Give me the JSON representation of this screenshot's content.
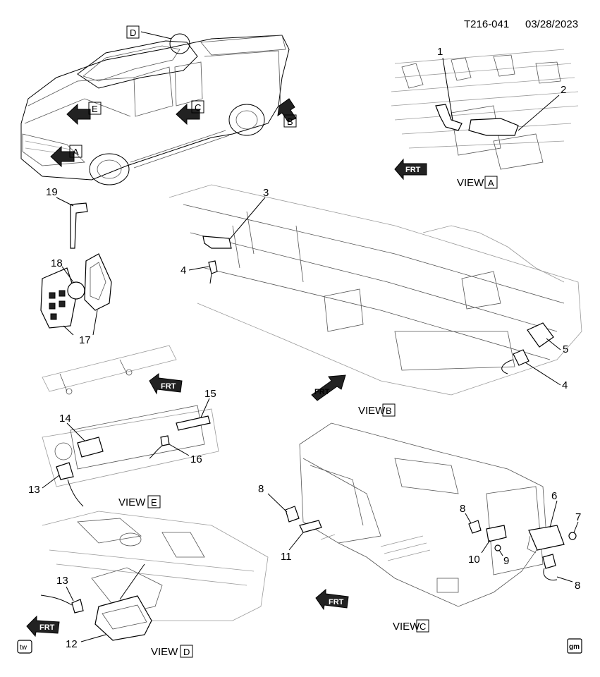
{
  "header": {
    "document_id": "T216-041",
    "date": "03/28/2023"
  },
  "vehicle": {
    "view_markers": [
      "D",
      "E",
      "C",
      "A",
      "B"
    ]
  },
  "views": [
    {
      "prefix": "VIEW",
      "letter": "A"
    },
    {
      "prefix": "VIEW",
      "letter": "B"
    },
    {
      "prefix": "VIEW",
      "letter": "E"
    },
    {
      "prefix": "VIEW",
      "letter": "C"
    },
    {
      "prefix": "VIEW",
      "letter": "D"
    }
  ],
  "callouts": [
    "1",
    "2",
    "3",
    "4",
    "5",
    "4",
    "19",
    "18",
    "17",
    "15",
    "14",
    "16",
    "13",
    "8",
    "11",
    "8",
    "6",
    "7",
    "10",
    "9",
    "8",
    "13",
    "12"
  ],
  "front_label": "FRT",
  "logos": {
    "left": "tw",
    "right": "gm"
  }
}
